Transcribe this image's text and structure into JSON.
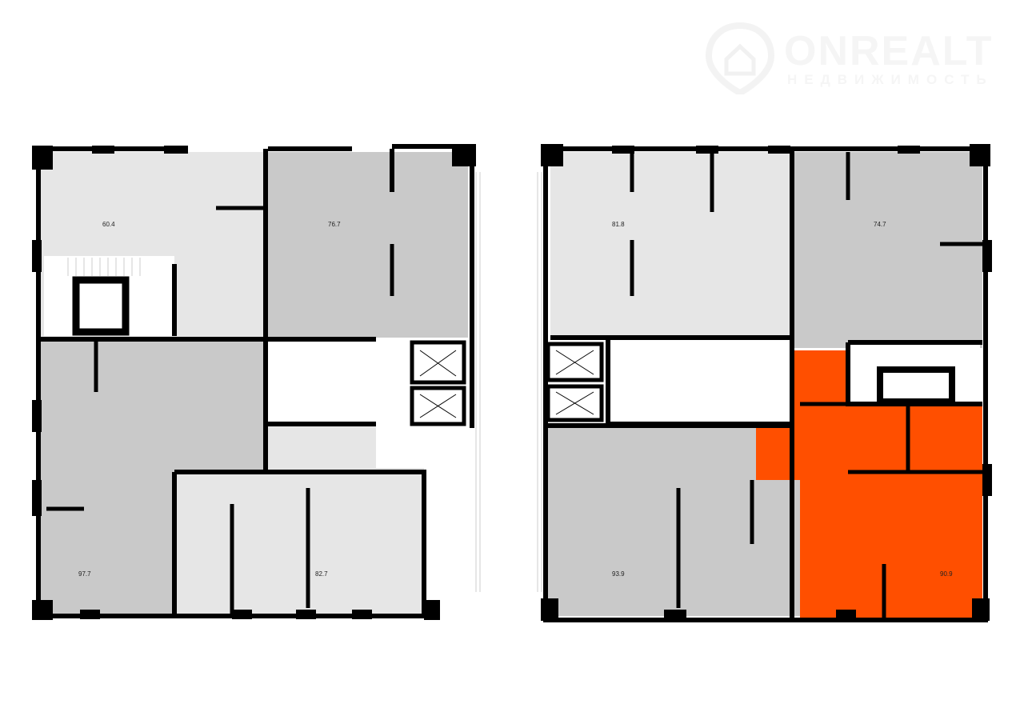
{
  "watermark": {
    "brand": "ONREALT",
    "subtitle": "НЕДВИЖИМОСТЬ"
  },
  "colors": {
    "light_unit": "#e6e6e6",
    "dark_unit": "#c9c9c9",
    "selected_unit": "#ff4f00",
    "wall": "#000000"
  },
  "units": [
    {
      "id": "u604",
      "area": "60.4",
      "selected": false
    },
    {
      "id": "u767",
      "area": "76.7",
      "selected": false
    },
    {
      "id": "u977",
      "area": "97.7",
      "selected": false
    },
    {
      "id": "u827",
      "area": "82.7",
      "selected": false
    },
    {
      "id": "u818",
      "area": "81.8",
      "selected": false
    },
    {
      "id": "u747",
      "area": "74.7",
      "selected": false
    },
    {
      "id": "u939",
      "area": "93.9",
      "selected": false
    },
    {
      "id": "u909",
      "area": "90.9",
      "selected": true
    }
  ]
}
